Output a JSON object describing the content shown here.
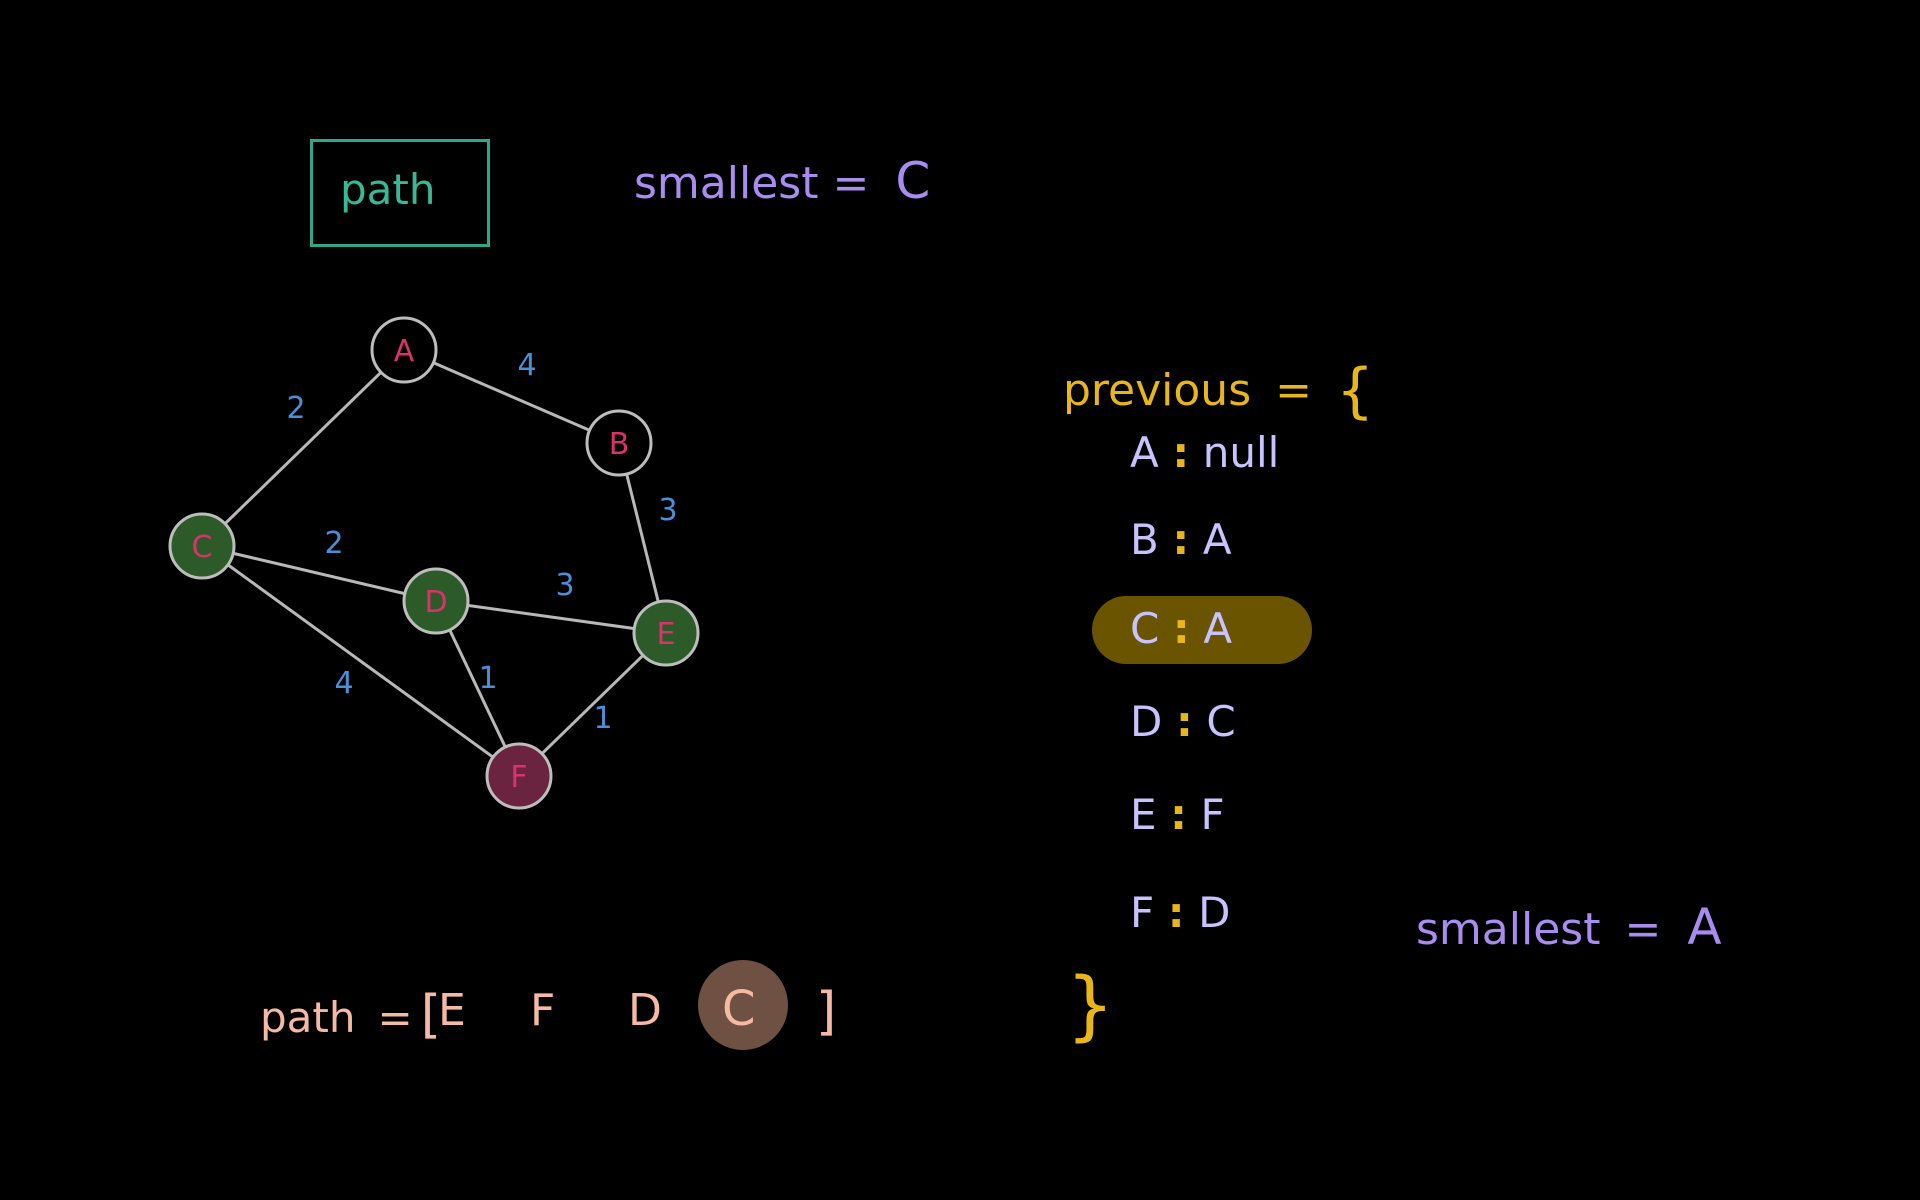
{
  "path_box": {
    "label": "path"
  },
  "smallest_top": {
    "label": "smallest",
    "eq": "=",
    "value": "C"
  },
  "graph": {
    "nodes": [
      {
        "id": "A",
        "label": "A",
        "state": "unvisited"
      },
      {
        "id": "B",
        "label": "B",
        "state": "unvisited"
      },
      {
        "id": "C",
        "label": "C",
        "state": "visited"
      },
      {
        "id": "D",
        "label": "D",
        "state": "visited"
      },
      {
        "id": "E",
        "label": "E",
        "state": "visited"
      },
      {
        "id": "F",
        "label": "F",
        "state": "current"
      }
    ],
    "edges": [
      {
        "from": "A",
        "to": "B",
        "weight": "4"
      },
      {
        "from": "A",
        "to": "C",
        "weight": "2"
      },
      {
        "from": "B",
        "to": "E",
        "weight": "3"
      },
      {
        "from": "C",
        "to": "D",
        "weight": "2"
      },
      {
        "from": "C",
        "to": "F",
        "weight": "4"
      },
      {
        "from": "D",
        "to": "E",
        "weight": "3"
      },
      {
        "from": "D",
        "to": "F",
        "weight": "1"
      },
      {
        "from": "E",
        "to": "F",
        "weight": "1"
      }
    ],
    "colors": {
      "edge": "#b8b8b8",
      "weight": "#4a8fd8",
      "node_label": "#d8336a",
      "node_border": "#bdbdbd",
      "visited_fill": "#2c5a28",
      "current_fill": "#6a2440"
    }
  },
  "previous": {
    "label": "previous",
    "eq": "=",
    "open_brace": "{",
    "close_brace": "}",
    "colon": ":",
    "highlighted": "C",
    "entries": [
      {
        "key": "A",
        "value": "null"
      },
      {
        "key": "B",
        "value": "A"
      },
      {
        "key": "C",
        "value": "A"
      },
      {
        "key": "D",
        "value": "C"
      },
      {
        "key": "E",
        "value": "F"
      },
      {
        "key": "F",
        "value": "D"
      }
    ]
  },
  "smallest_bottom": {
    "label": "smallest",
    "eq": "=",
    "value": "A"
  },
  "path_array": {
    "label": "path",
    "eq": "=",
    "open": "[",
    "close": "]",
    "items": [
      "E",
      "F",
      "D",
      "C"
    ],
    "highlighted": "C"
  }
}
